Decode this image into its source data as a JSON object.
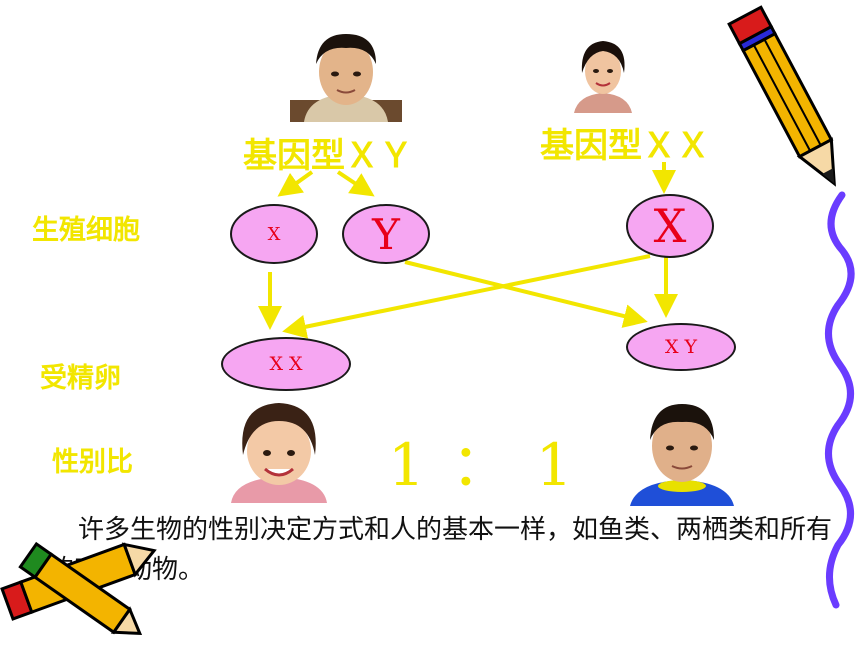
{
  "male_genotype": "基因型ＸＹ",
  "female_genotype": "基因型ＸＸ",
  "labels": {
    "gametes": "生殖细胞",
    "zygote": "受精卵",
    "sex_ratio": "性别比"
  },
  "gametes": {
    "male_x": "X",
    "male_y": "Y",
    "female_x": "X"
  },
  "zygotes": {
    "xx": "X X",
    "xy": "X Y"
  },
  "ratio": "1 ： 1",
  "caption": "许多生物的性别决定方式和人的基本一样，如鱼类、两栖类和所有的哺乳动物。",
  "colors": {
    "label": "#f2e600",
    "arrow": "#f2e600",
    "cell_fill": "#f6a6f2",
    "cell_text": "#e8001a",
    "wave": "#6a3cff"
  }
}
